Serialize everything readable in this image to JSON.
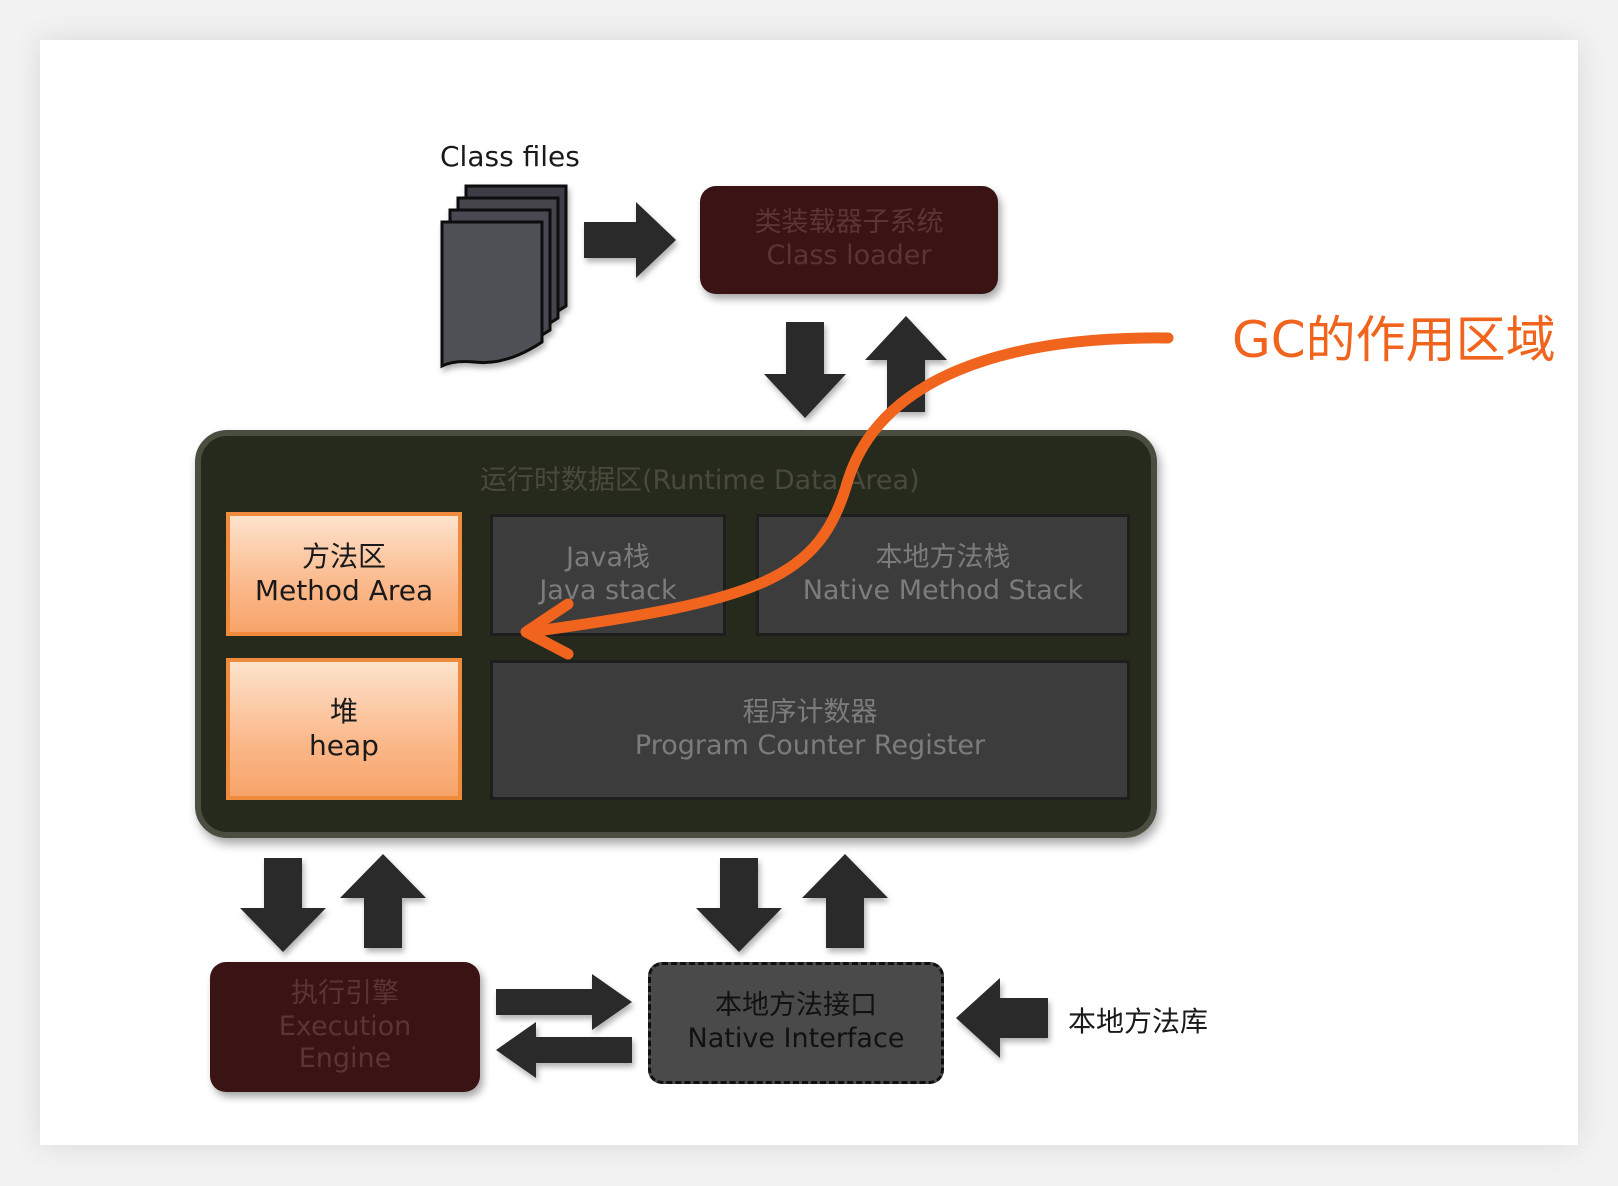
{
  "class_files": {
    "label": "Class files"
  },
  "class_loader": {
    "line1": "类装载器子系统",
    "line2": "Class loader"
  },
  "runtime_area": {
    "title": "运行时数据区(Runtime Data Area)"
  },
  "method_area": {
    "line1": "方法区",
    "line2": "Method Area"
  },
  "java_stack": {
    "line1": "Java栈",
    "line2": "Java stack"
  },
  "native_method_stack": {
    "line1": "本地方法栈",
    "line2": "Native Method Stack"
  },
  "heap": {
    "line1": "堆",
    "line2": "heap"
  },
  "program_counter": {
    "line1": "程序计数器",
    "line2": "Program Counter Register"
  },
  "execution_engine": {
    "line1": "执行引擎",
    "line2": "Execution",
    "line3": "Engine"
  },
  "native_interface": {
    "line1": "本地方法接口",
    "line2": "Native Interface"
  },
  "native_library": {
    "label": "本地方法库"
  },
  "gc_annotation": {
    "label": "GC的作用区域",
    "color": "#f0641e"
  },
  "colors": {
    "loader_box": "#3a1414",
    "runtime_area": "#262a1c",
    "orange_box": "#f7a46a",
    "gray_box": "#3c3c3c",
    "arrow": "#2b2b2b"
  }
}
